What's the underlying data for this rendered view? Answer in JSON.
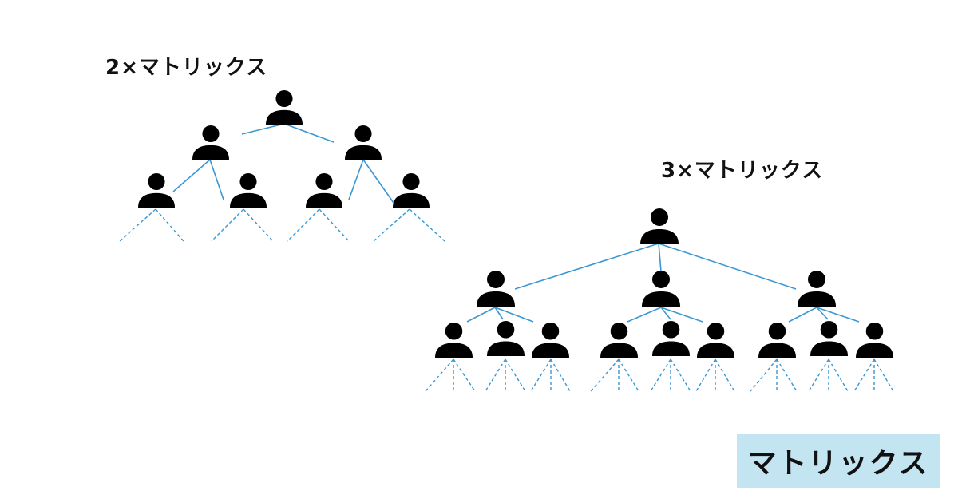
{
  "labels": {
    "two_by_matrix": "2×マトリックス",
    "three_by_matrix": "3×マトリックス",
    "badge": "マトリックス"
  },
  "colors": {
    "connector": "#3a97d4",
    "person": "#000000",
    "badge_bg": "#c3e4f1"
  },
  "icons": {
    "person": "person-icon"
  }
}
